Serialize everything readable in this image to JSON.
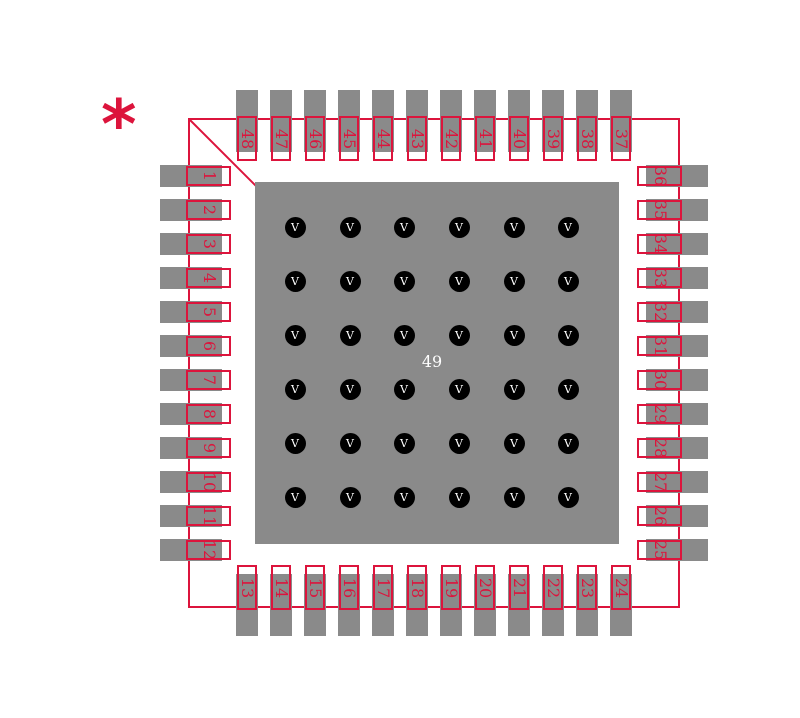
{
  "figure": {
    "background_color": "#ffffff",
    "pad_color": "#8a8a8a",
    "outline_color": "#dc143c",
    "via_fill_color": "#000000",
    "via_text_color": "#ffffff",
    "pin1_marker": "*",
    "thermal_pad_label": "49",
    "via_label": "V"
  },
  "pins": {
    "top": [
      "48",
      "47",
      "46",
      "45",
      "44",
      "43",
      "42",
      "41",
      "40",
      "39",
      "38",
      "37"
    ],
    "left": [
      "1",
      "2",
      "3",
      "4",
      "5",
      "6",
      "7",
      "8",
      "9",
      "10",
      "11",
      "12"
    ],
    "bottom": [
      "13",
      "14",
      "15",
      "16",
      "17",
      "18",
      "19",
      "20",
      "21",
      "22",
      "23",
      "24"
    ],
    "right": [
      "36",
      "35",
      "34",
      "33",
      "32",
      "31",
      "30",
      "29",
      "28",
      "27",
      "26",
      "25"
    ]
  },
  "vias": {
    "rows": 6,
    "cols": 6,
    "label": "V"
  }
}
